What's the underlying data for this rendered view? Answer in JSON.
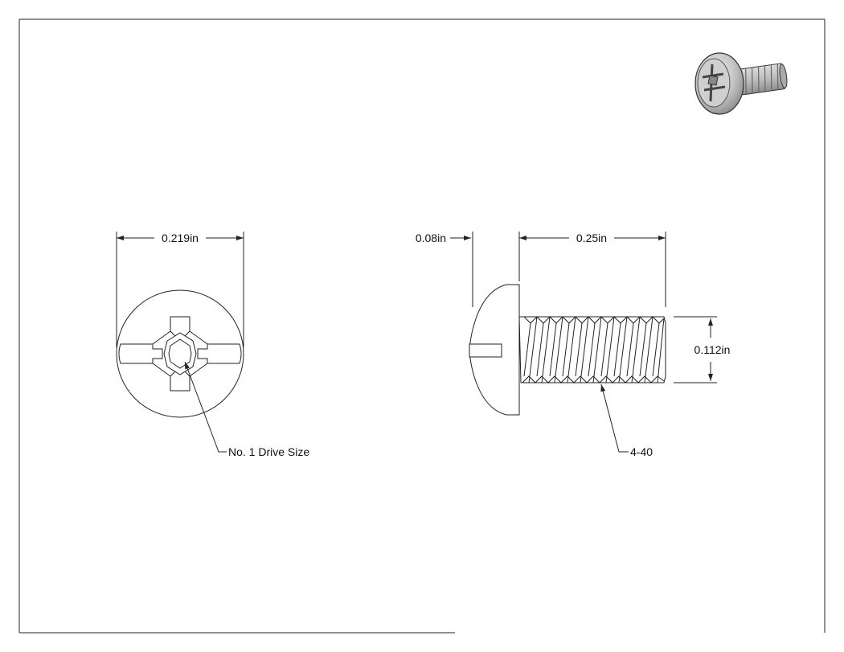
{
  "drawing": {
    "front_view": {
      "diameter_label": "0.219in",
      "drive_callout": "No. 1 Drive Size"
    },
    "side_view": {
      "head_height_label": "0.08in",
      "length_label": "0.25in",
      "thread_diameter_label": "0.112in",
      "thread_callout": "4-40"
    }
  },
  "colors": {
    "line": "#222222",
    "paper": "#ffffff",
    "preview_metal": "#c9c9c9"
  },
  "icons": {
    "preview": "screw-3d-preview-icon"
  }
}
